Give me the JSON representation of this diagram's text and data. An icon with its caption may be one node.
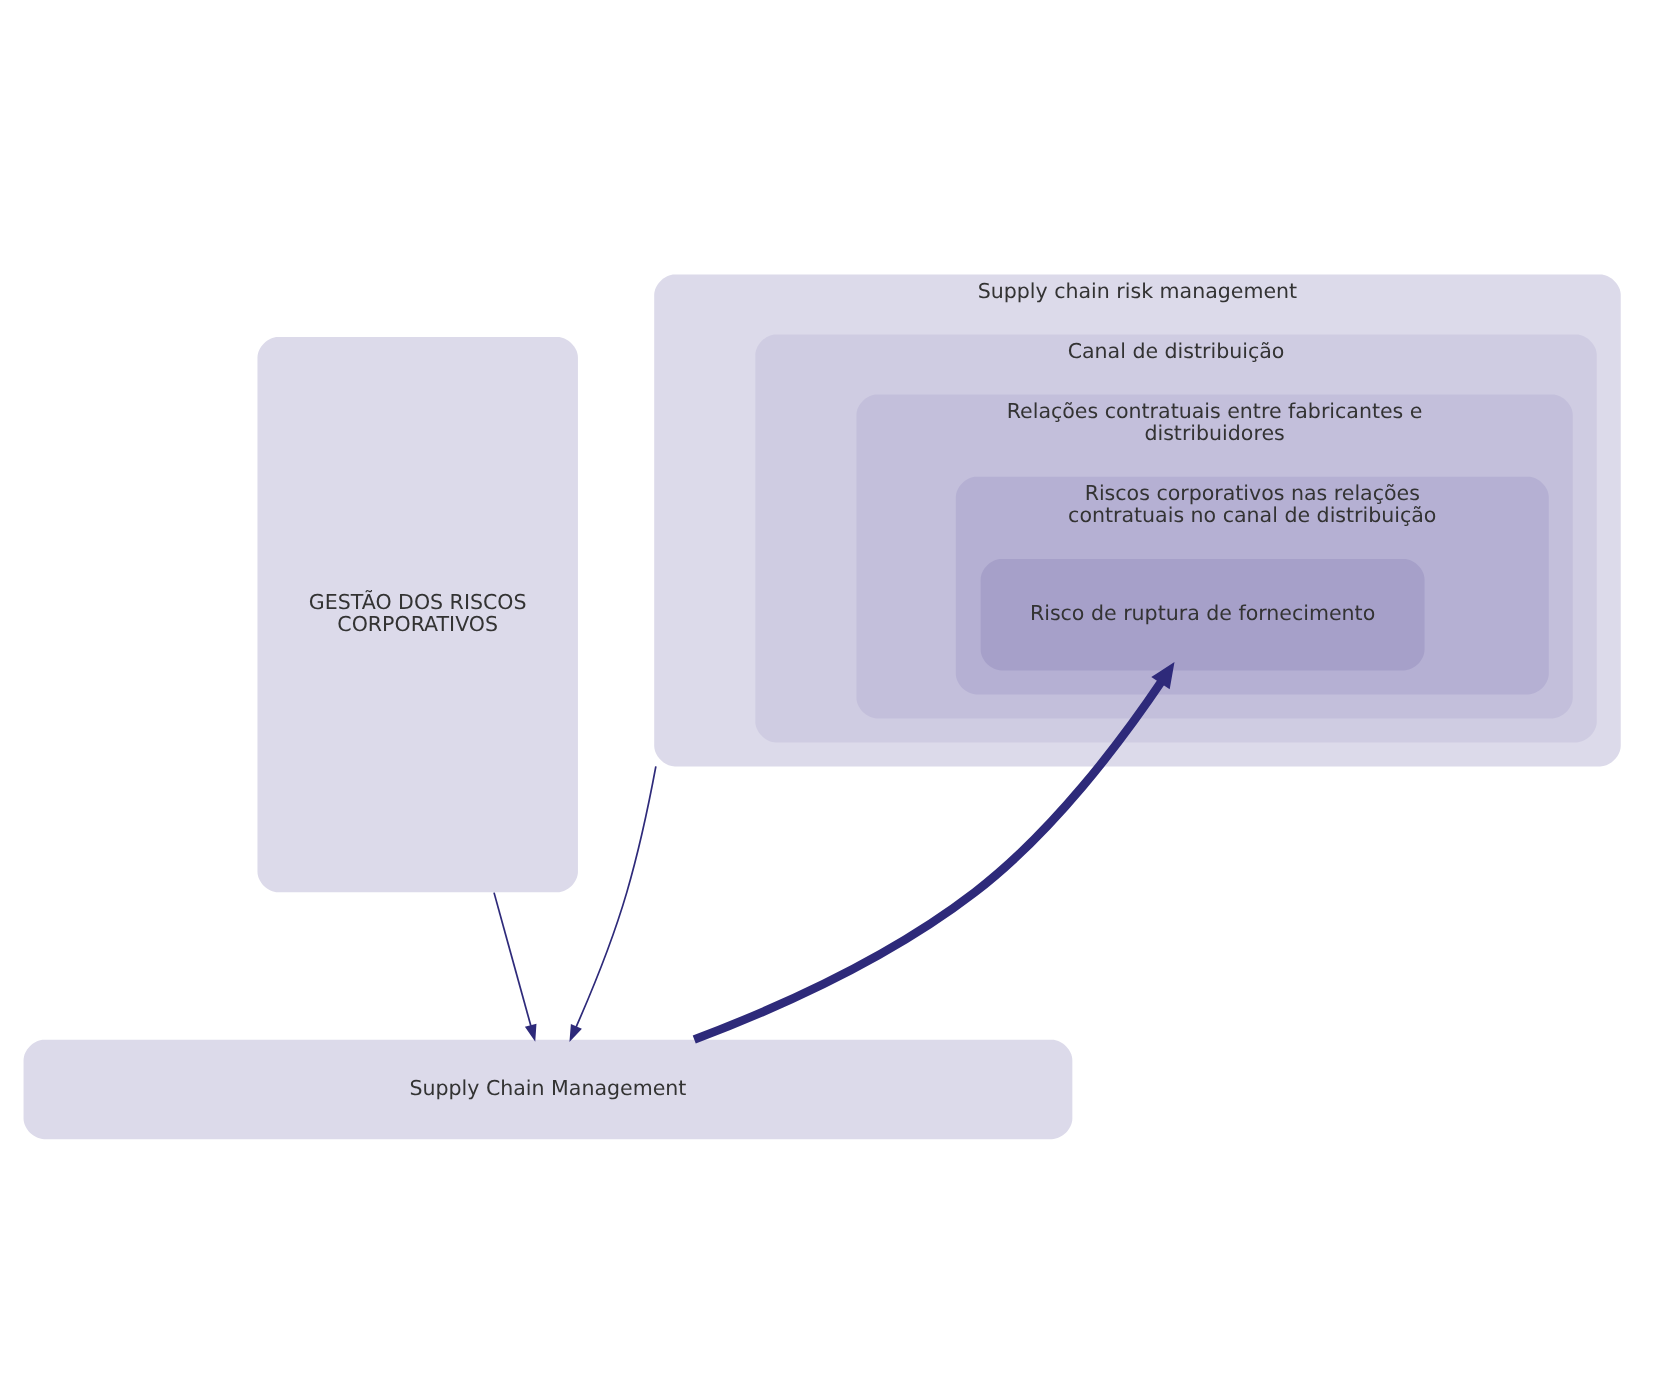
{
  "diagram": {
    "nodes": [
      {
        "text": [
          "GESTÃO DOS RISCOS CORPORATIVOS"
        ]
      },
      {
        "text": [
          "Supply chain risk management"
        ]
      },
      {
        "text": [
          "Canal de distribuição"
        ],
        "in": 1
      },
      {
        "text": [
          "Relações contratuais entre fabricantes e distribuidores"
        ],
        "in": 2
      },
      {
        "text": [
          "Riscos corporativos nas relações contratuais no canal de distribuição"
        ],
        "in": 3
      },
      {
        "text": [
          "Risco de ruptura de fornecimento"
        ],
        "in": 4
      },
      {
        "text": [
          "Supply Chain Management"
        ]
      }
    ],
    "edges": [
      {
        "from": 0,
        "to": 6,
        "arrow": "to"
      },
      {
        "from": 1,
        "to": 6,
        "arrow": "to"
      },
      {
        "from": 6,
        "to": 5,
        "arrow": "to",
        "style": "thick"
      }
    ]
  }
}
